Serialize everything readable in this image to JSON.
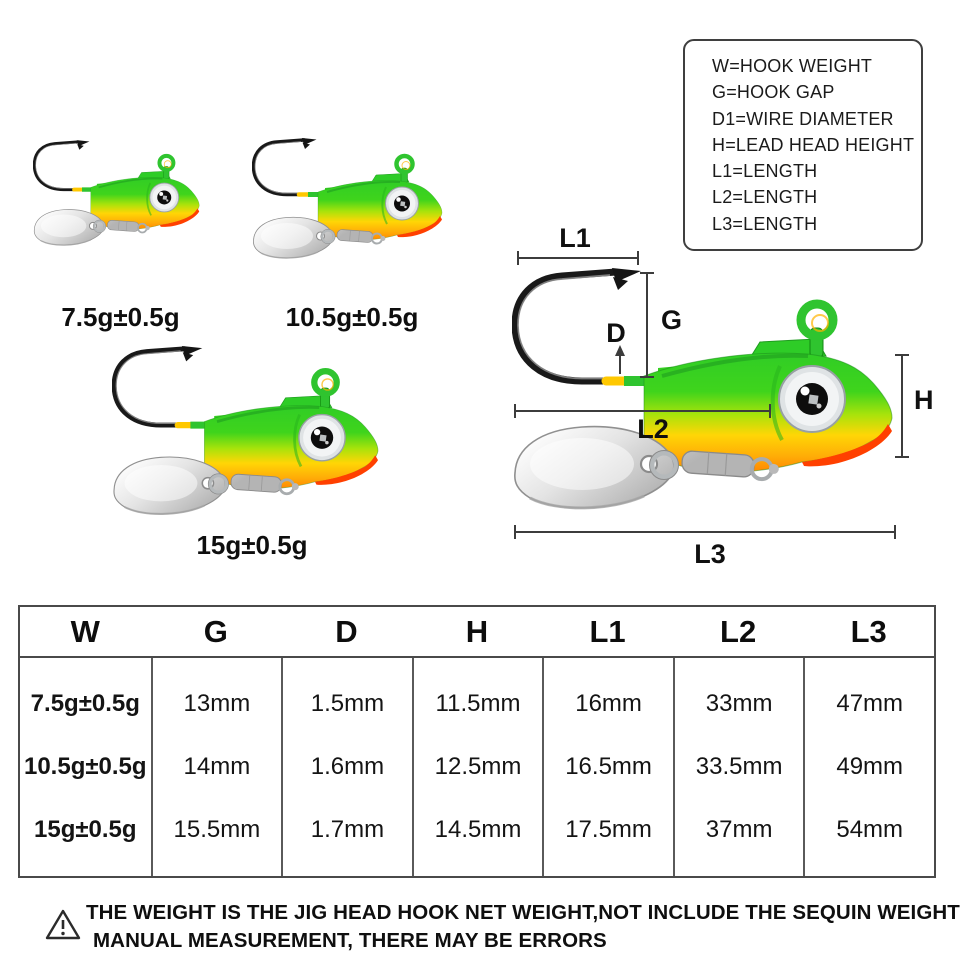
{
  "legend": {
    "lines": [
      "W=HOOK WEIGHT",
      "G=HOOK GAP",
      "D1=WIRE DIAMETER",
      "H=LEAD HEAD HEIGHT",
      "L1=LENGTH",
      "L2=LENGTH",
      "L3=LENGTH"
    ]
  },
  "products": [
    {
      "weight_label": "7.5g±0.5g"
    },
    {
      "weight_label": "10.5g±0.5g"
    },
    {
      "weight_label": "15g±0.5g"
    }
  ],
  "diagram": {
    "labels": {
      "l1": "L1",
      "g": "G",
      "d": "D",
      "l2": "L2",
      "h": "H",
      "l3": "L3"
    }
  },
  "table": {
    "headers": [
      "W",
      "G",
      "D",
      "H",
      "L1",
      "L2",
      "L3"
    ],
    "rows": [
      [
        "7.5g±0.5g",
        "13mm",
        "1.5mm",
        "11.5mm",
        "16mm",
        "33mm",
        "47mm"
      ],
      [
        "10.5g±0.5g",
        "14mm",
        "1.6mm",
        "12.5mm",
        "16.5mm",
        "33.5mm",
        "49mm"
      ],
      [
        "15g±0.5g",
        "15.5mm",
        "1.7mm",
        "14.5mm",
        "17.5mm",
        "37mm",
        "54mm"
      ]
    ]
  },
  "disclaimer": {
    "line1": "THE WEIGHT IS THE JIG HEAD HOOK NET WEIGHT,NOT INCLUDE THE SEQUIN WEIGHT",
    "line2": "MANUAL MEASUREMENT, THERE MAY BE ERRORS"
  },
  "colors": {
    "lure_green": "#2fc42f",
    "lure_yellow": "#ffd606",
    "lure_orange": "#ff8a00",
    "lure_red": "#ff4000",
    "blade_silver": "#d8d8d8",
    "line_dark": "#3c3c3c"
  }
}
